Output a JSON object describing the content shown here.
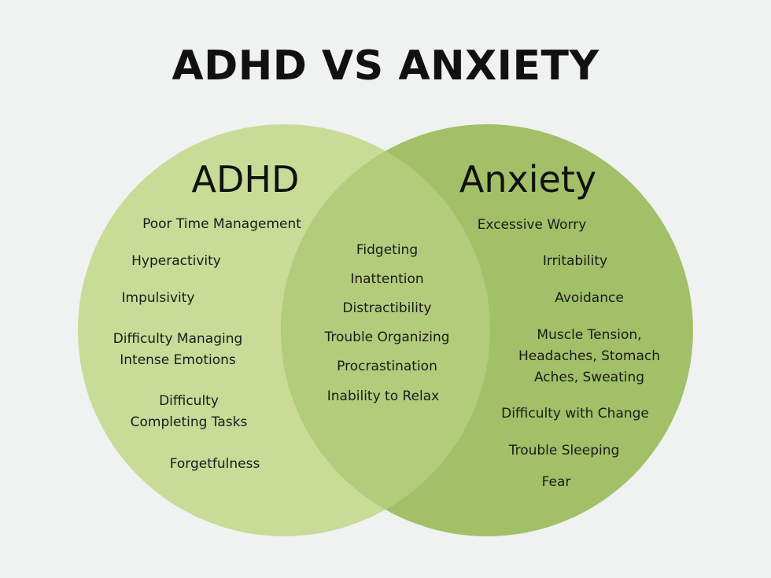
{
  "title": "ADHD VS ANXIETY",
  "colors": {
    "background": "#f0f1f1",
    "adhd_circle": "#c8dc98",
    "anxiety_circle": "#a2c068",
    "overlap": "#b3cc7c",
    "text": "#111111"
  },
  "sets": {
    "adhd": {
      "label": "ADHD",
      "items": [
        "Poor Time Management",
        "Hyperactivity",
        "Impulsivity",
        "Difficulty Managing\nIntense Emotions",
        "Difficulty\nCompleting Tasks",
        "Forgetfulness"
      ]
    },
    "anxiety": {
      "label": "Anxiety",
      "items": [
        "Excessive Worry",
        "Irritability",
        "Avoidance",
        "Muscle Tension,\nHeadaches, Stomach\nAches, Sweating",
        "Difficulty with Change",
        "Trouble Sleeping",
        "Fear"
      ]
    },
    "both": {
      "items": [
        "Fidgeting",
        "Inattention",
        "Distractibility",
        "Trouble Organizing",
        "Procrastination",
        "Inability to Relax"
      ]
    }
  }
}
